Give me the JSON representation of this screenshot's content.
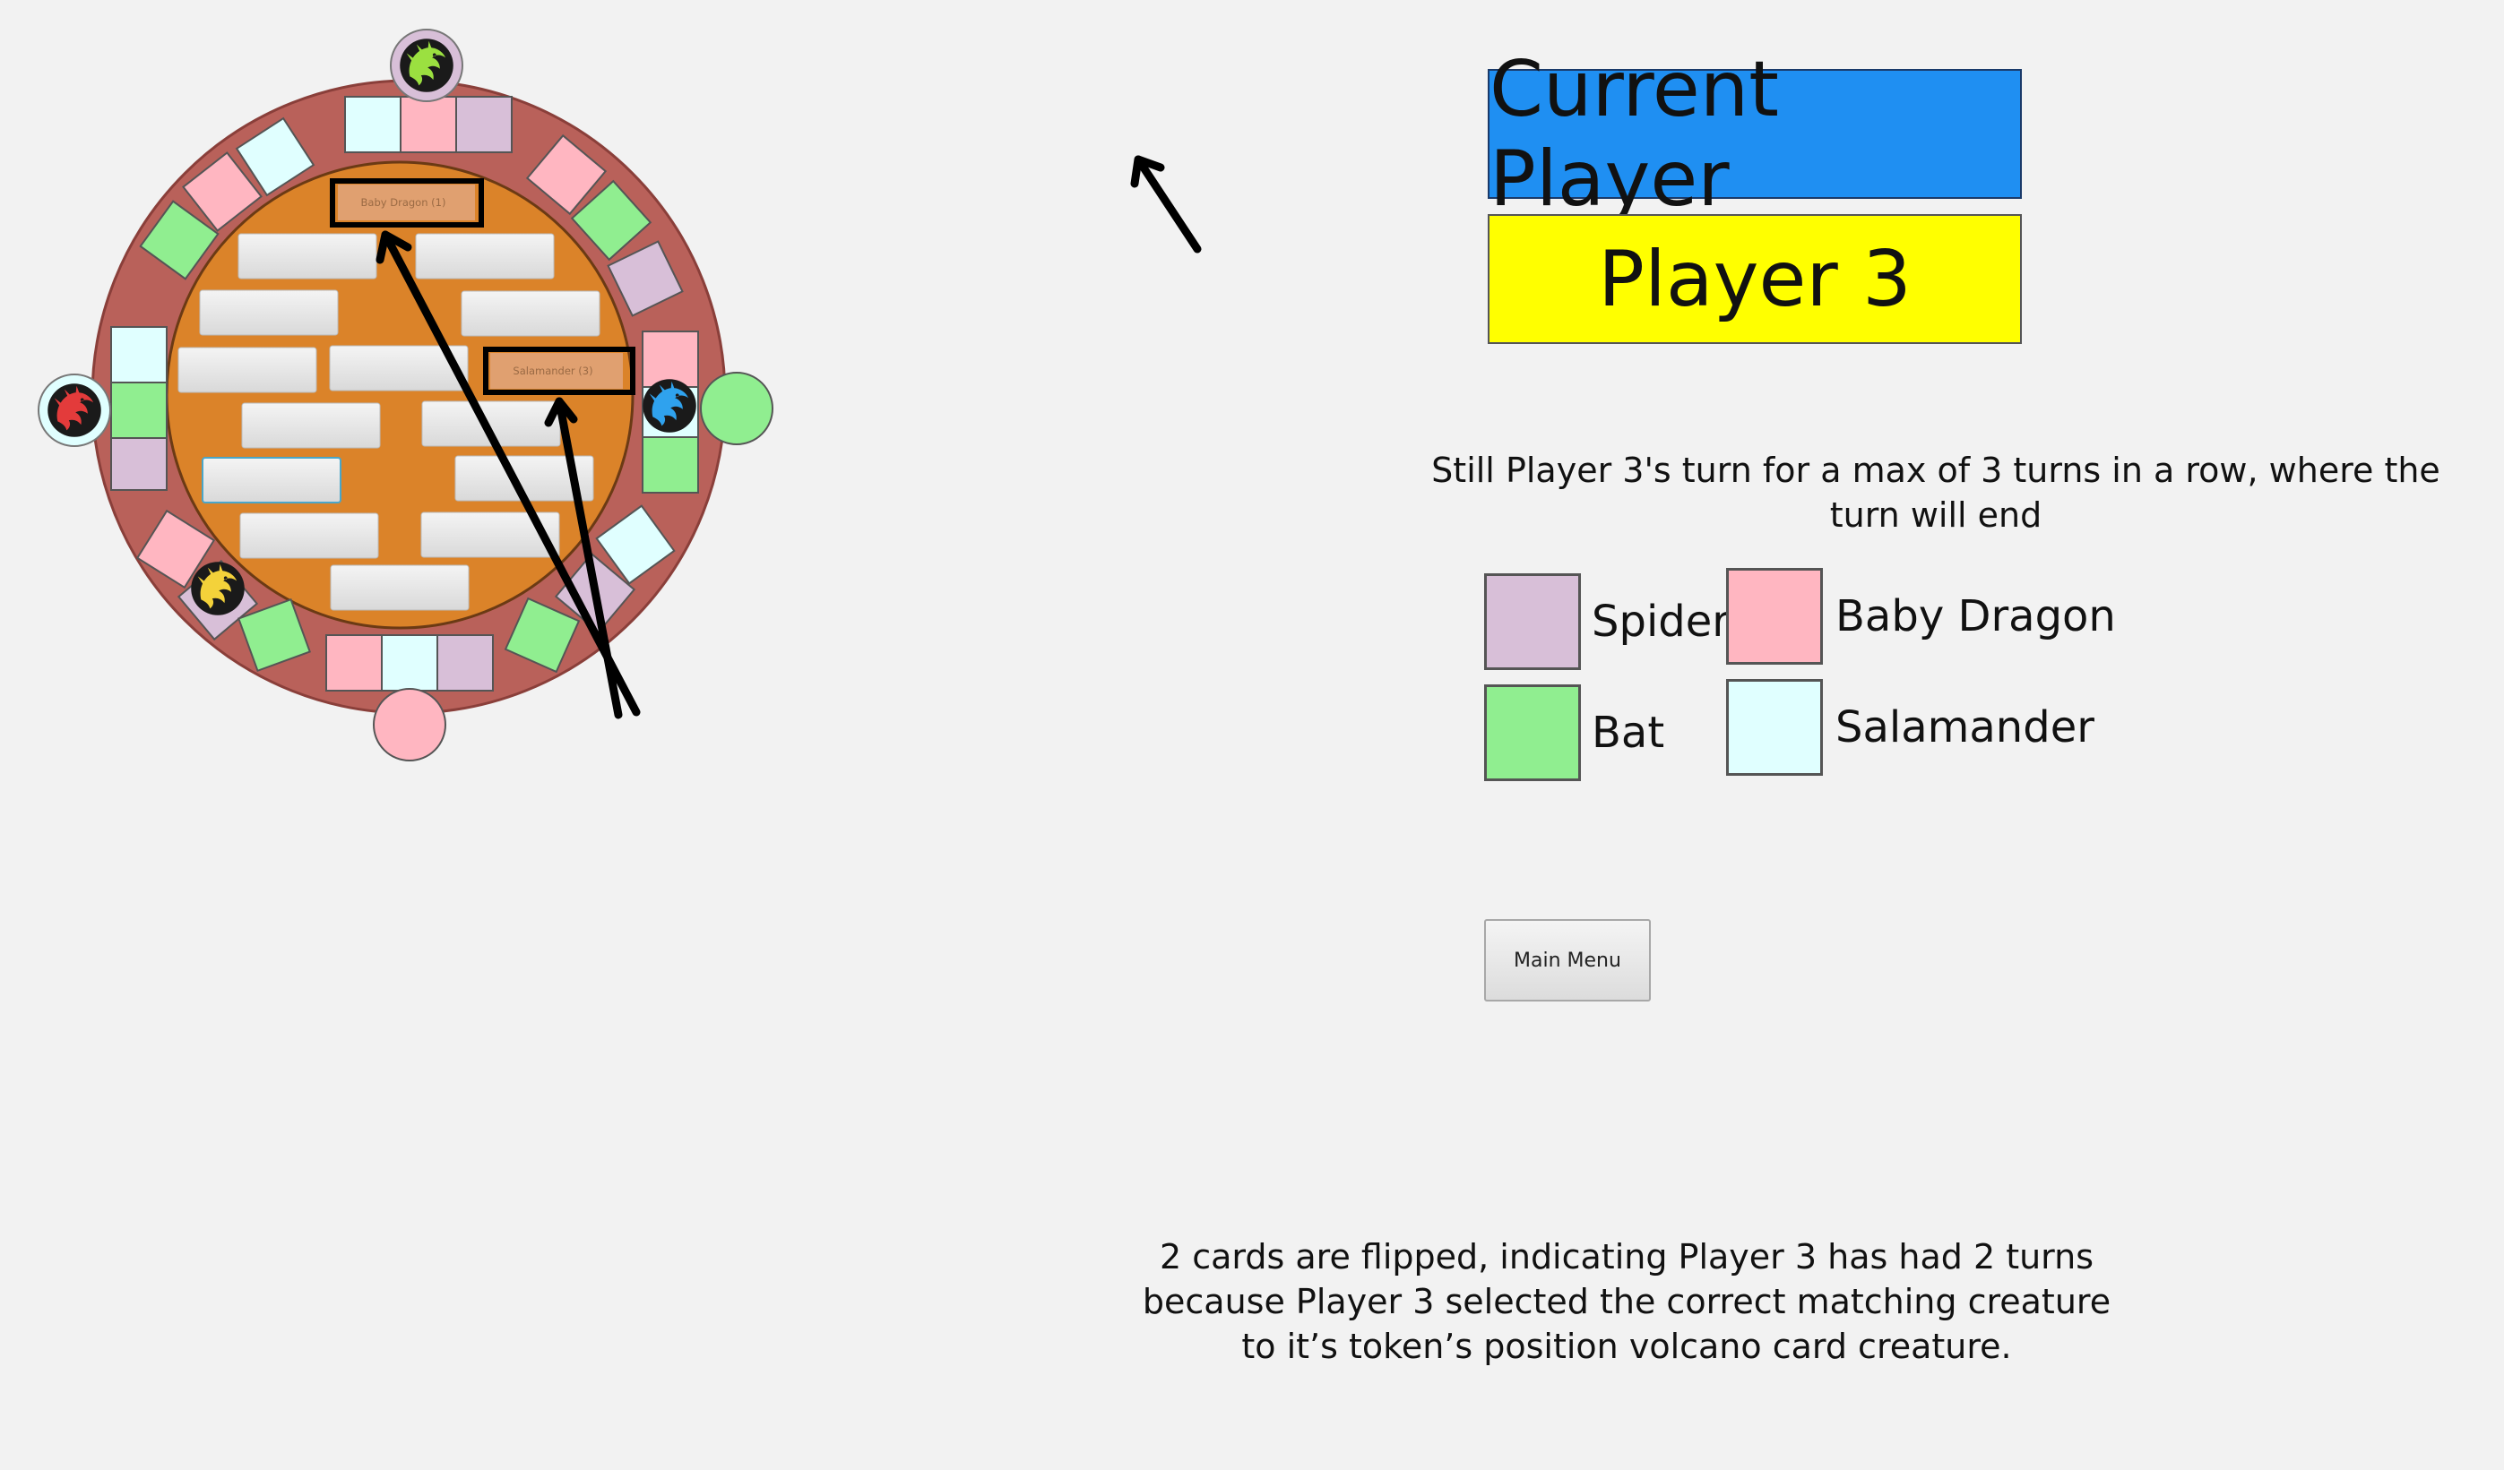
{
  "header": {
    "title": "Current Player",
    "player": "Player 3",
    "colors": {
      "title_bg": "#1f8ff2",
      "player_bg": "#ffff00"
    }
  },
  "notes": {
    "turn": "Still Player 3's turn for a max of 3 turns in a row, where the turn will end",
    "flipped": "2 cards are flipped, indicating Player 3 has had 2 turns because Player 3 selected the correct matching creature to it’s token’s position volcano card creature."
  },
  "legend": [
    {
      "label": "Spider",
      "color": "#d8bfd8"
    },
    {
      "label": "Baby Dragon",
      "color": "#ffb6c1"
    },
    {
      "label": "Bat",
      "color": "#90ee90"
    },
    {
      "label": "Salamander",
      "color": "#e0ffff"
    }
  ],
  "menu": {
    "main_menu": "Main Menu"
  },
  "board": {
    "colors": {
      "ring": "#b9615a",
      "center": "#db8329",
      "spider": "#d8bfd8",
      "baby_dragon": "#ffb6c1",
      "bat": "#90ee90",
      "salamander": "#e0ffff"
    },
    "flipped_cards": [
      {
        "label": "Baby Dragon (1)"
      },
      {
        "label": "Salamander (3)"
      }
    ],
    "tokens": [
      {
        "player": "top",
        "dragon_color": "#9be040",
        "ring_color": "#d8bfd8",
        "icon": "dragon-icon"
      },
      {
        "player": "left",
        "dragon_color": "#e33b3b",
        "ring_color": "#e0ffff",
        "icon": "dragon-icon"
      },
      {
        "player": "right",
        "dragon_color": "#2fa2ee",
        "ring_color": "#e0ffff",
        "icon": "dragon-icon"
      },
      {
        "player": "bottom-left",
        "dragon_color": "#f4d23a",
        "ring_color": "#d8bfd8",
        "icon": "dragon-icon"
      }
    ],
    "caves": [
      {
        "position": "right",
        "color": "#90ee90"
      },
      {
        "position": "bottom",
        "color": "#ffb6c1"
      }
    ]
  }
}
